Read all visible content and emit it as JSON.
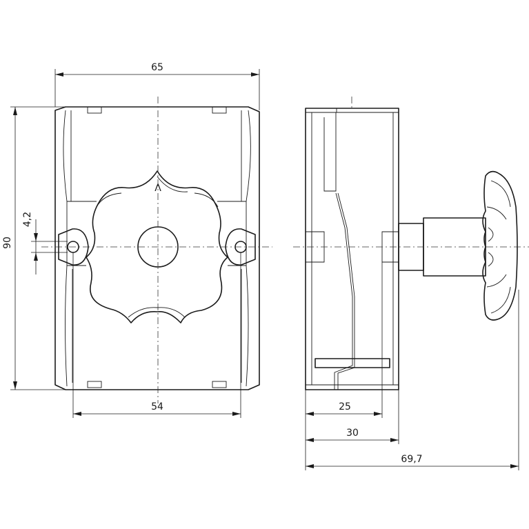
{
  "dimensions": {
    "width_total": "65",
    "height_total": "90",
    "hole_offset": "4,2",
    "hole_spacing": "54",
    "depth_body": "25",
    "depth_to_flange": "30",
    "depth_total": "69,7"
  },
  "marks": {
    "arrow_symbol": "Λ"
  }
}
